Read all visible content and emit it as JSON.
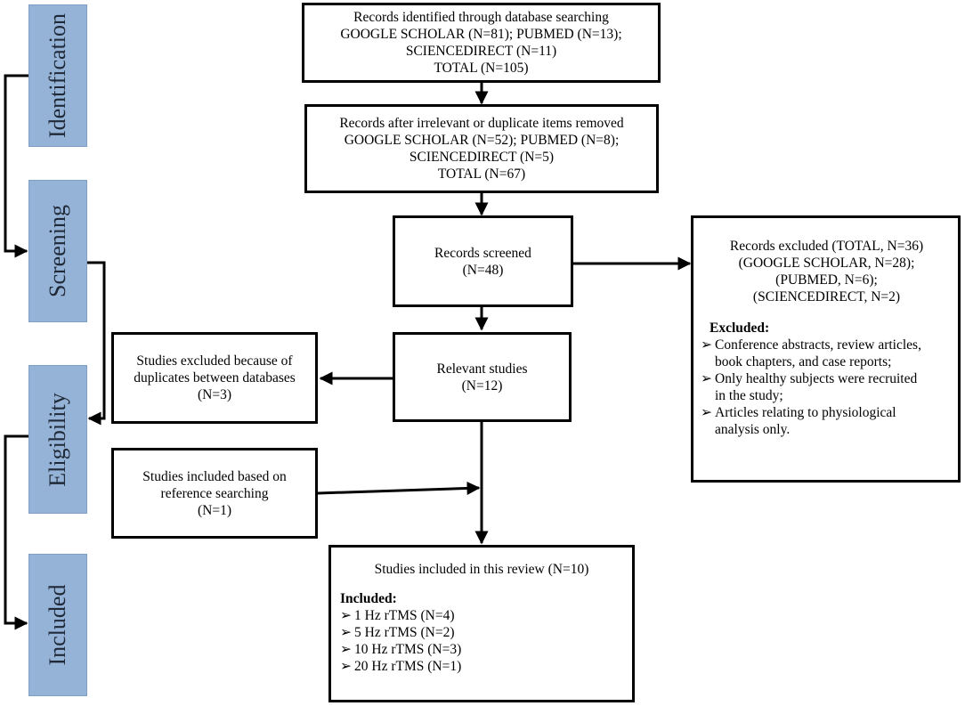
{
  "phases": {
    "identification": "Identification",
    "screening": "Screening",
    "eligibility": "Eligibility",
    "included": "Included"
  },
  "boxes": {
    "identified": {
      "lines": [
        "Records identified through database searching",
        "GOOGLE SCHOLAR (N=81); PUBMED (N=13);",
        "SCIENCEDIRECT (N=11)",
        "TOTAL (N=105)"
      ]
    },
    "after_removal": {
      "lines": [
        "Records after irrelevant or duplicate items removed",
        "GOOGLE SCHOLAR (N=52); PUBMED (N=8);",
        "SCIENCEDIRECT (N=5)",
        "TOTAL (N=67)"
      ]
    },
    "screened": {
      "lines": [
        "Records screened",
        "(N=48)"
      ]
    },
    "excluded_records": {
      "lines": [
        "Records excluded (TOTAL, N=36)",
        "(GOOGLE SCHOLAR, N=28);",
        "(PUBMED, N=6);",
        "(SCIENCEDIRECT, N=2)"
      ],
      "heading": "Excluded:",
      "bullets": [
        [
          "Conference abstracts, review articles,",
          "book chapters, and case reports;"
        ],
        [
          "Only healthy subjects were recruited",
          "in the study;"
        ],
        [
          "Articles relating to physiological",
          "analysis only."
        ]
      ]
    },
    "relevant": {
      "lines": [
        "Relevant studies",
        "(N=12)"
      ]
    },
    "duplicates_excluded": {
      "lines": [
        "Studies excluded because of",
        "duplicates between databases",
        "(N=3)"
      ]
    },
    "reference_included": {
      "lines": [
        "Studies included based on",
        "reference searching",
        "(N=1)"
      ]
    },
    "final": {
      "title": "Studies included in this review (N=10)",
      "heading": "Included:",
      "bullets": [
        "1  Hz rTMS (N=4)",
        "5  Hz rTMS (N=2)",
        "10 Hz rTMS (N=3)",
        "20 Hz rTMS (N=1)"
      ]
    }
  },
  "bullet_glyph": "➢"
}
